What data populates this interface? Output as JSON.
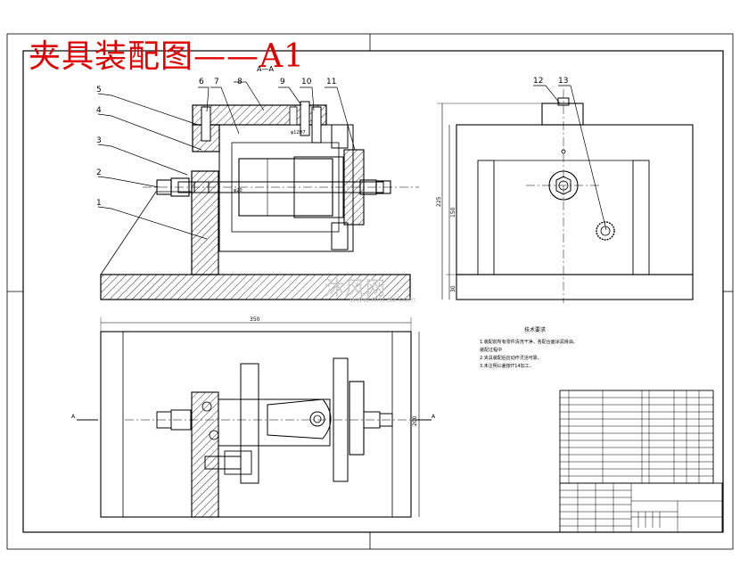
{
  "title": "夹具装配图——A1",
  "section_label": "A—A",
  "part_callouts": [
    "1",
    "2",
    "3",
    "4",
    "5",
    "6",
    "7",
    "8",
    "9",
    "10",
    "11",
    "12",
    "13"
  ],
  "dimensions": {
    "top_width": "350",
    "right_height": "200",
    "side_height_outer": "225",
    "side_height_inner": "150",
    "side_base": "30"
  },
  "section_marks": {
    "left": "A",
    "right": "A"
  },
  "notes_title": "技术要求",
  "notes": [
    "1.装配前所有零件清洗干净，各配合面涂润滑油。",
    "装配过程中",
    "2.夹具装配后应动作灵活可靠。",
    "3.未注明公差按IT14加工。"
  ],
  "watermark": {
    "main": "沐风网",
    "sub": "www.mfcad.com"
  },
  "colors": {
    "title": "#e00000",
    "line": "#000000",
    "watermark": "#c9c9c9"
  }
}
